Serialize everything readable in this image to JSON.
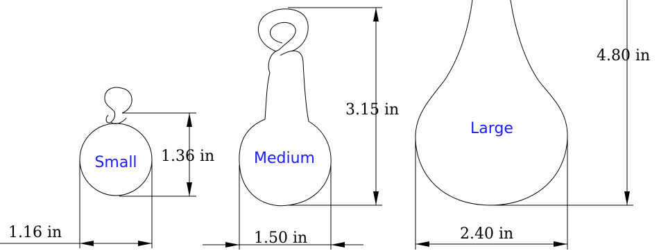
{
  "items": {
    "small": {
      "label": "Small",
      "height_text": "1.36 in",
      "width_text": "1.16 in"
    },
    "medium": {
      "label": "Medium",
      "height_text": "3.15 in",
      "width_text": "1.50 in"
    },
    "large": {
      "label": "Large",
      "height_text": "4.80 in",
      "width_text": "2.40 in"
    }
  },
  "colors": {
    "outline": "#000000",
    "label": "#1a1aff"
  }
}
